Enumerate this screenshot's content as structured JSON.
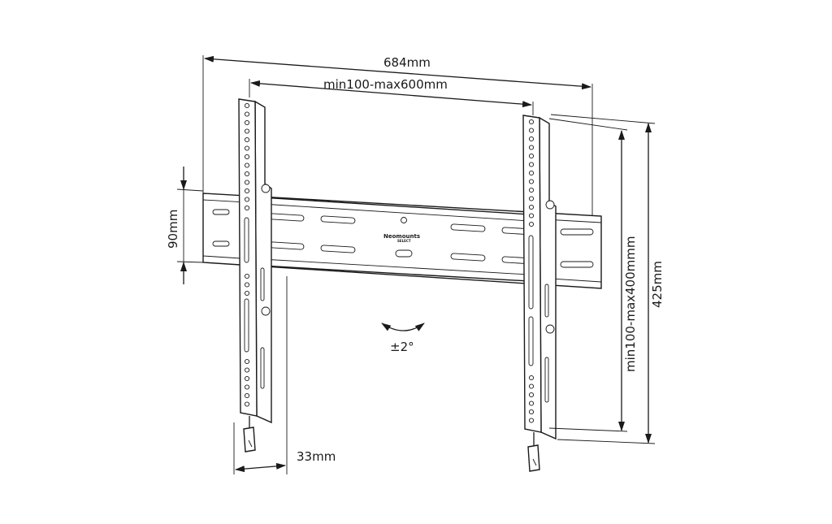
{
  "dimensions": {
    "overall_width": "684mm",
    "vesa_width": "min100-max600mm",
    "vesa_height": "min100-max400mmm",
    "overall_height": "425mm",
    "rail_height": "90mm",
    "wall_distance": "33mm",
    "tilt": "±2°"
  },
  "brand": {
    "name": "Neomounts",
    "sub": "SELECT"
  }
}
